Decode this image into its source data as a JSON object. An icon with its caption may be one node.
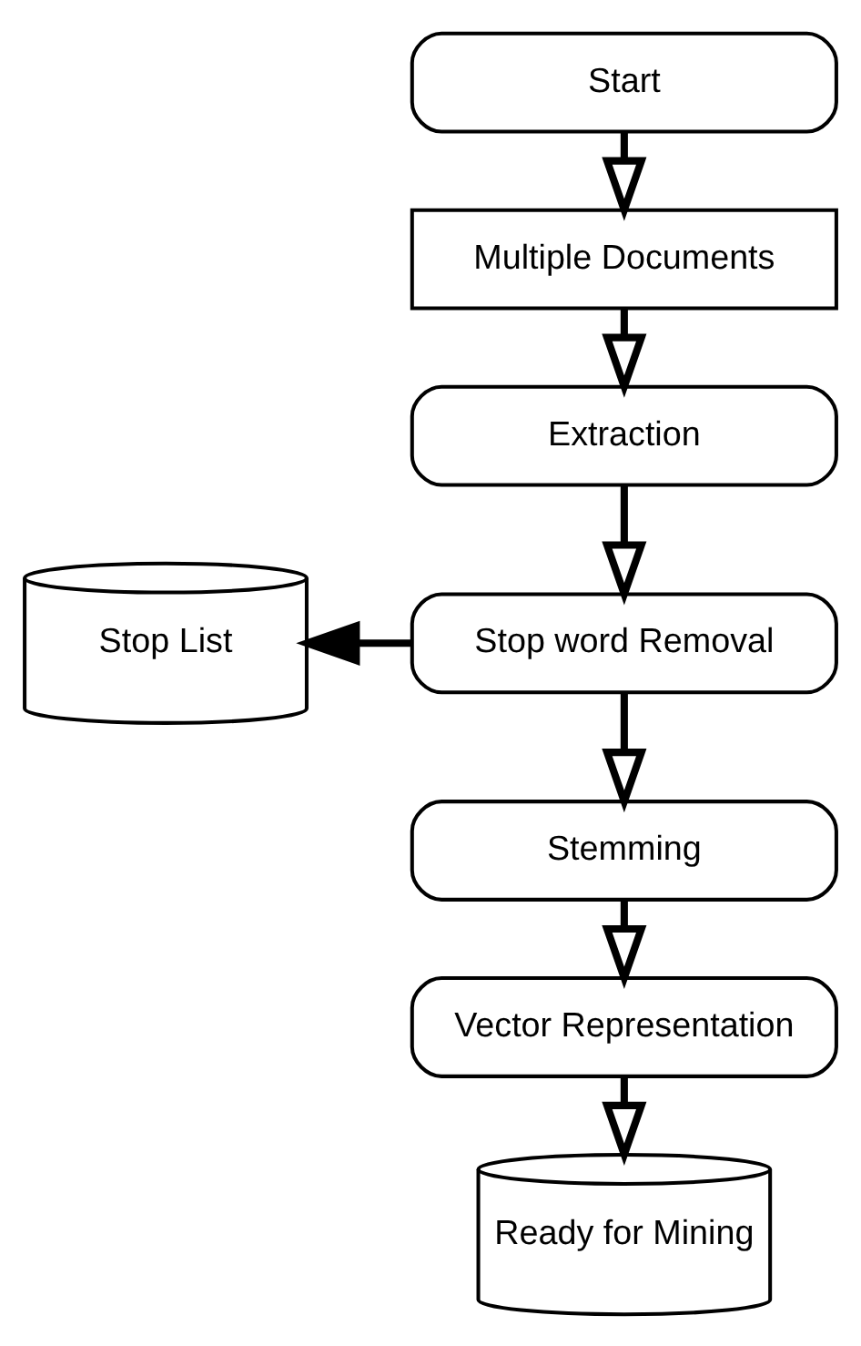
{
  "diagram": {
    "nodes": [
      {
        "text": [
          "Start"
        ]
      },
      {
        "text": [
          "Multiple Documents"
        ]
      },
      {
        "text": [
          "Extraction"
        ]
      },
      {
        "text": [
          "Stop word Removal"
        ]
      },
      {
        "text": [
          "Stop List"
        ]
      },
      {
        "text": [
          "Stemming"
        ]
      },
      {
        "text": [
          "Vector Representation"
        ]
      },
      {
        "text": [
          "Ready for Mining"
        ]
      }
    ],
    "edges": [
      {
        "from": 0,
        "to": 1,
        "arrow": "to"
      },
      {
        "from": 1,
        "to": 2,
        "arrow": "to"
      },
      {
        "from": 2,
        "to": 3,
        "arrow": "to"
      },
      {
        "from": 3,
        "to": 4,
        "arrow": "to"
      },
      {
        "from": 3,
        "to": 5,
        "arrow": "to"
      },
      {
        "from": 5,
        "to": 6,
        "arrow": "to"
      },
      {
        "from": 6,
        "to": 7,
        "arrow": "to"
      }
    ]
  }
}
